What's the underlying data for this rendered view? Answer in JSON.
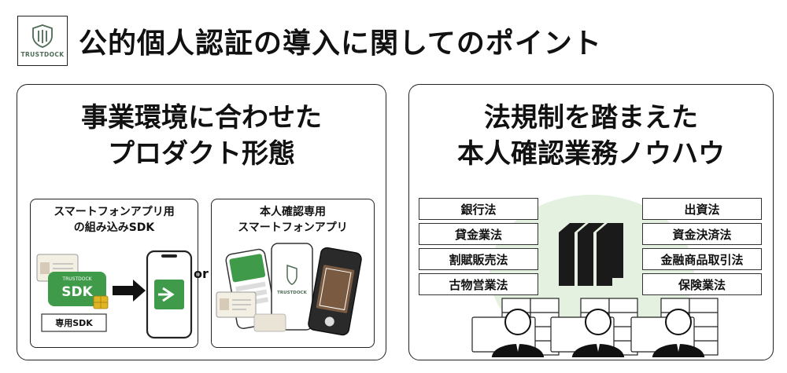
{
  "header": {
    "logo_text": "TRUSTDOCK",
    "title": "公的個人認証の導入に関してのポイント"
  },
  "left_panel": {
    "heading_line1": "事業環境に合わせた",
    "heading_line2": "プロダクト形態",
    "card_sdk": {
      "title_line1": "スマートフォンアプリ用",
      "title_line2": "の組み込みSDK",
      "brand_small": "TRUSTDOCK",
      "chip_label": "SDK",
      "caption": "専用SDK"
    },
    "or_label": "or",
    "card_app": {
      "title_line1": "本人確認専用",
      "title_line2": "スマートフォンアプリ",
      "phone_brand": "TRUSTDOCK"
    }
  },
  "right_panel": {
    "heading_line1": "法規制を踏まえた",
    "heading_line2": "本人確認業務ノウハウ",
    "laws_left": [
      "銀行法",
      "貸金業法",
      "割賦販売法",
      "古物営業法"
    ],
    "laws_right": [
      "出資法",
      "資金決済法",
      "金融商品取引法",
      "保険業法"
    ]
  },
  "colors": {
    "brand_green": "#3f9a4a",
    "logo_green": "#4d6b55",
    "bg_green_light": "#e4f0e0",
    "dark": "#1f1f1f"
  }
}
